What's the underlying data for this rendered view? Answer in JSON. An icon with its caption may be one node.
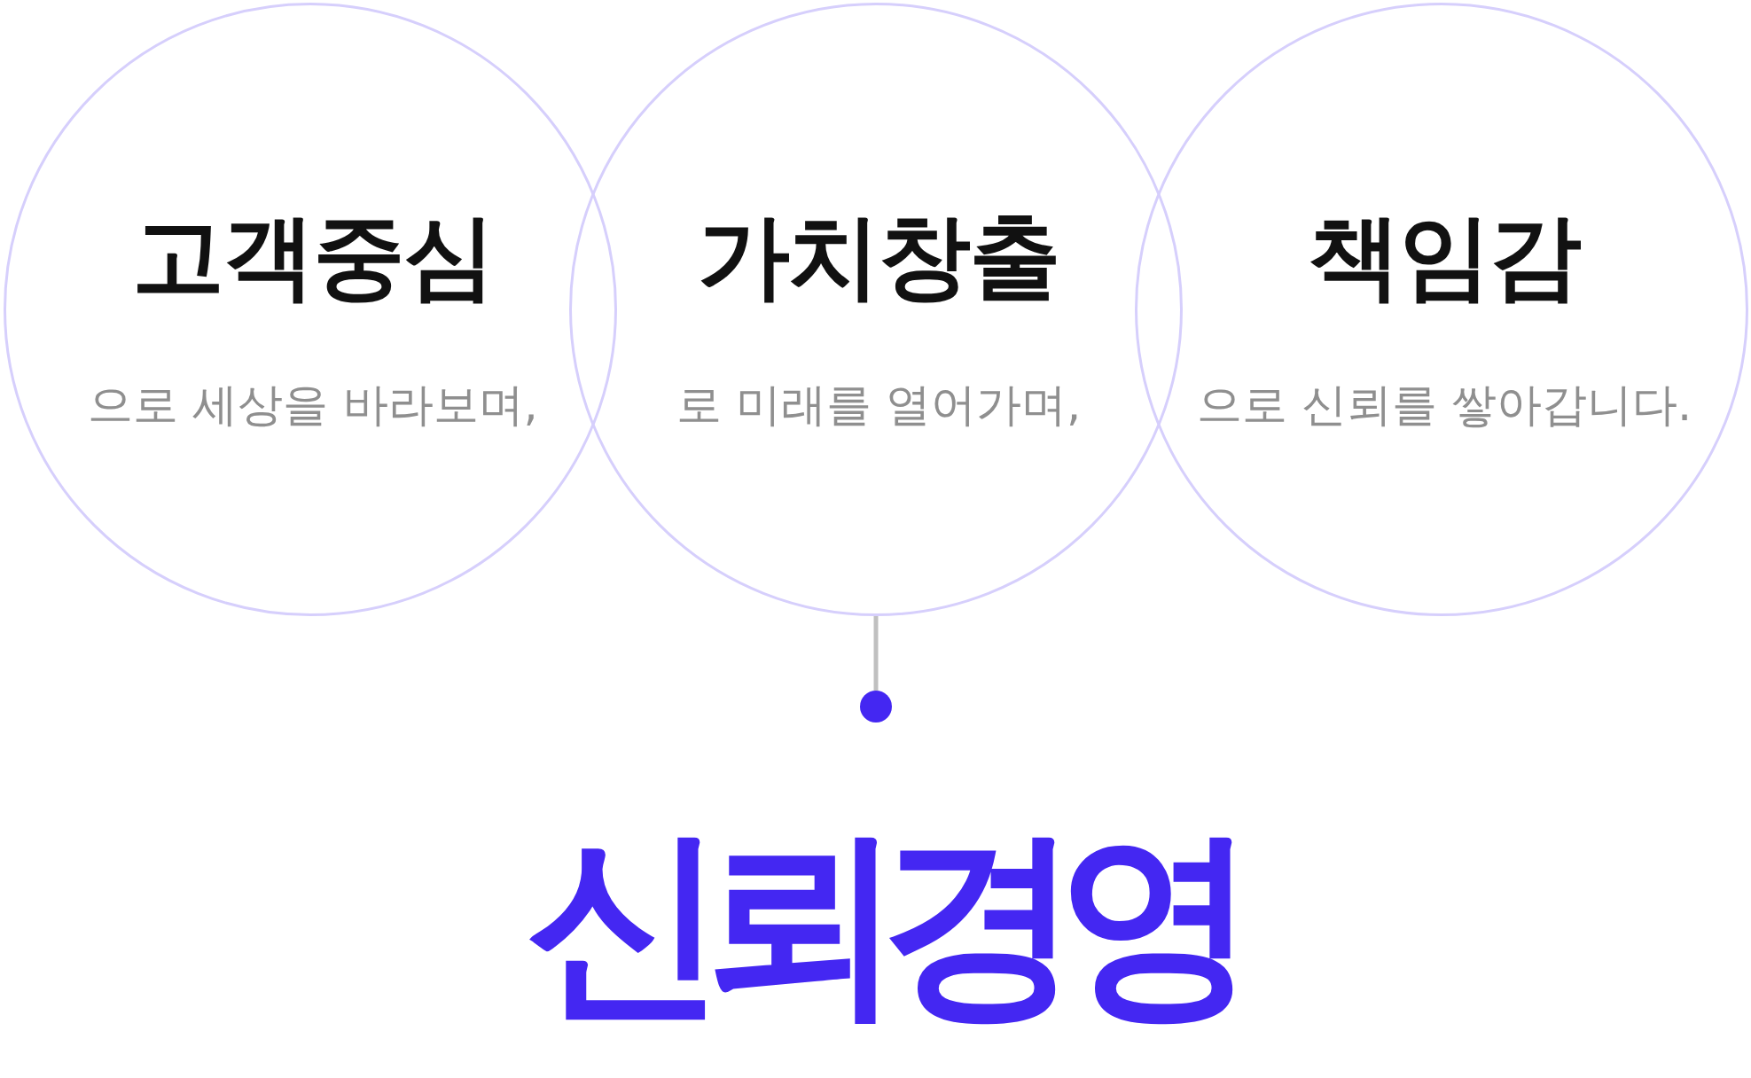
{
  "diagram": {
    "title": "신뢰경영",
    "nodes": [
      {
        "text": [
          "고객중심",
          "으로 세상을 바라보며,"
        ]
      },
      {
        "text": [
          "가치창출",
          "로 미래를 열어가며,"
        ]
      },
      {
        "text": [
          "책임감",
          "으로 신뢰를 쌓아갑니다."
        ]
      },
      {
        "text": [],
        "shape": "circle"
      }
    ],
    "edges": [
      {
        "from": 1,
        "to": 3,
        "arrow": "none"
      }
    ]
  }
}
